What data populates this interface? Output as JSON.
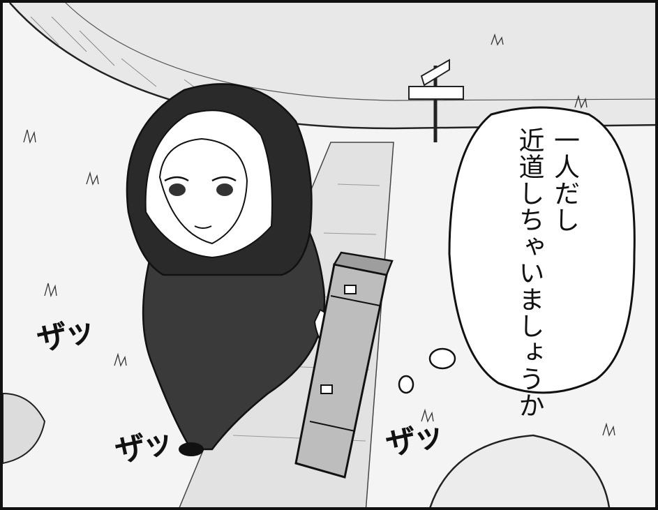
{
  "speech_bubble": {
    "lines": [
      "一人だし",
      "近道しちゃいましょうか"
    ]
  },
  "sound_effects": [
    "ザッ",
    "ザッ",
    "ザッ"
  ],
  "colors": {
    "ink": "#111111",
    "paper": "#ffffff",
    "tone_light": "#e6e6e6",
    "tone_mid": "#bdbdbd",
    "tone_dark": "#3a3a3a"
  }
}
